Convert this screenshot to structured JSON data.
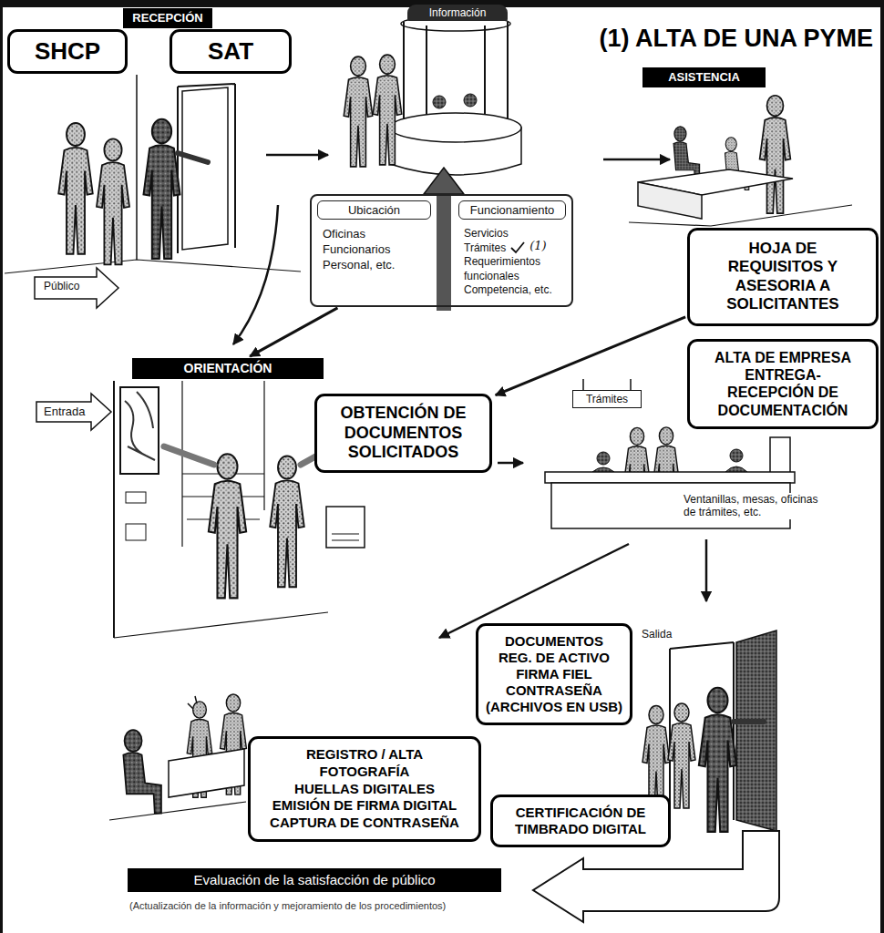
{
  "diagram": {
    "title": "(1) ALTA DE UNA PYME",
    "nodes": [
      {
        "text": [
          "RECEPCIÓN"
        ]
      },
      {
        "text": [
          "SHCP"
        ]
      },
      {
        "text": [
          "SAT"
        ]
      },
      {
        "text": [
          "Información"
        ]
      },
      {
        "text": [
          "ASISTENCIA"
        ]
      },
      {
        "text": [
          "Ubicación",
          "Oficinas",
          "Funcionarios",
          "Personal, etc.",
          "Funcionamiento",
          "Servicios",
          "Trámites",
          "Requerimientos funcionales",
          "Competencia, etc."
        ]
      },
      {
        "text": [
          "HOJA DE REQUISITOS Y ASESORIA A SOLICITANTES"
        ]
      },
      {
        "text": [
          "ALTA DE EMPRESA",
          "ENTREGA- RECEPCIÓN DE DOCUMENTACIÓN"
        ]
      },
      {
        "text": [
          "ORIENTACIÓN"
        ]
      },
      {
        "text": [
          "OBTENCIÓN DE DOCUMENTOS SOLICITADOS"
        ]
      },
      {
        "text": [
          "Trámites"
        ]
      },
      {
        "text": [
          "DOCUMENTOS",
          "REG. DE ACTIVO",
          "FIRMA FIEL",
          "CONTRASEÑA",
          "(ARCHIVOS EN USB)"
        ]
      },
      {
        "text": [
          "REGISTRO / ALTA",
          "FOTOGRAFÍA",
          "HUELLAS DIGITALES",
          "EMISIÓN DE FIRMA DIGITAL",
          "CAPTURA DE CONTRASEÑA"
        ]
      },
      {
        "text": [
          "CERTIFICACIÓN DE TIMBRADO DIGITAL"
        ]
      },
      {
        "text": [
          "Evaluación de la satisfacción de público"
        ]
      }
    ],
    "edges": [
      {
        "from": 5,
        "to": 8,
        "arrow": "to"
      },
      {
        "from": 6,
        "to": 9,
        "arrow": "to"
      }
    ],
    "labels": [
      "(1)",
      "Público",
      "Entrada",
      "Ventanillas, mesas, oficinas de trámites, etc.",
      "Salida",
      "(Actualización de la información y mejoramiento de los procedimientos)"
    ]
  }
}
